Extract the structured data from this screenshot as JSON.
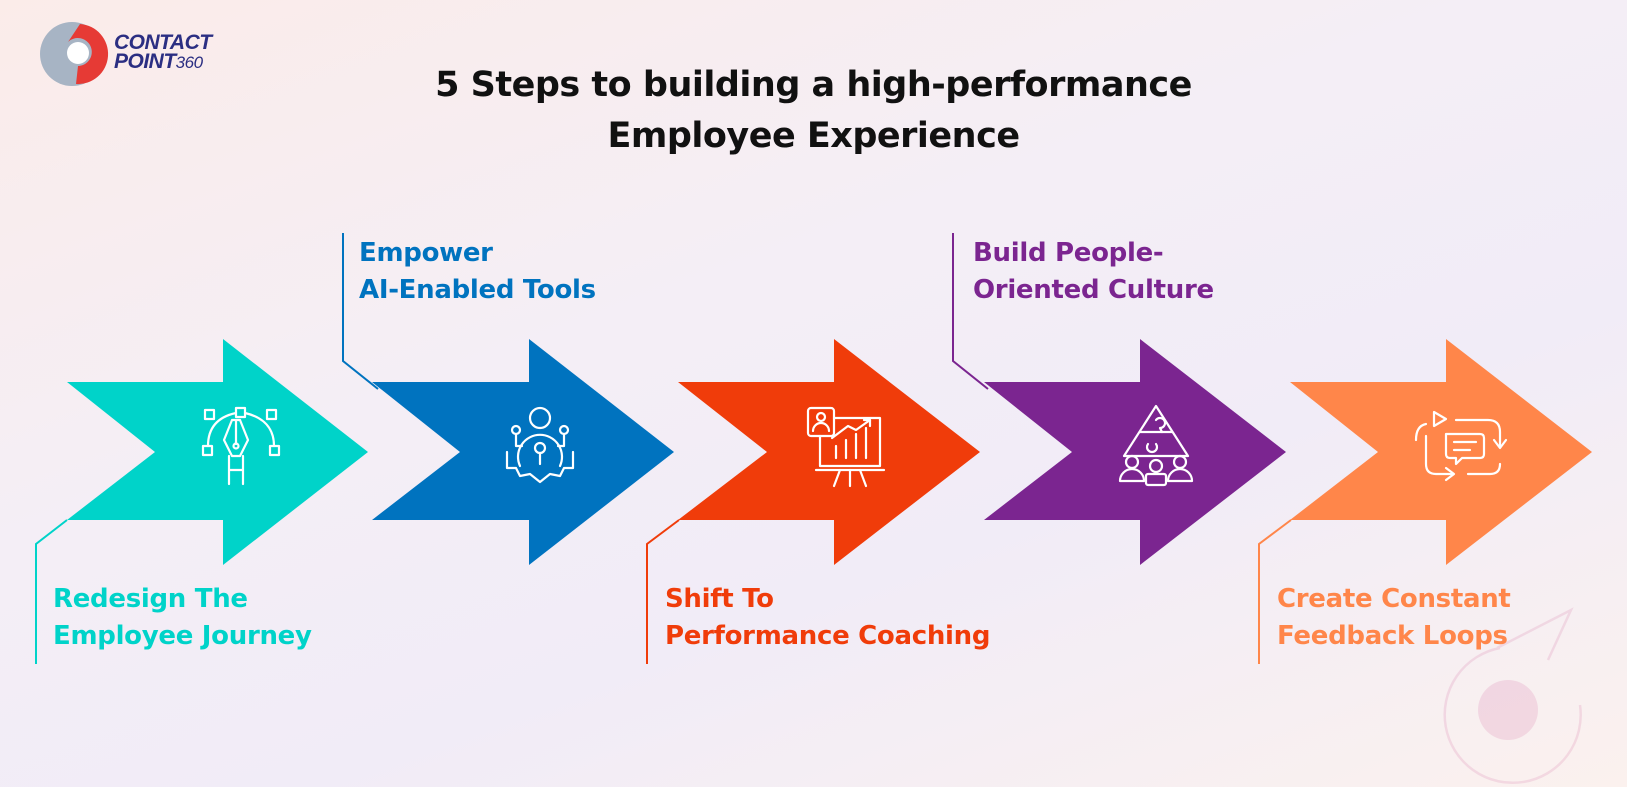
{
  "brand": {
    "name_line1": "CONTACT",
    "name_line2": "POINT",
    "name_suffix": "360",
    "colors": {
      "navy": "#2b2e82",
      "red": "#e63a35",
      "gray": "#a7b4c4"
    }
  },
  "title": {
    "line1": "5 Steps to building a high-performance",
    "line2": "Employee Experience"
  },
  "steps": [
    {
      "label_line1": "Redesign The",
      "label_line2": "Employee Journey",
      "color": "#00d3c9",
      "icon": "pen-tool-bezier-icon"
    },
    {
      "label_line1": "Empower",
      "label_line2": "AI-Enabled Tools",
      "color": "#0073bf",
      "icon": "person-gear-ai-icon"
    },
    {
      "label_line1": "Shift To",
      "label_line2": "Performance Coaching",
      "color": "#f03c0a",
      "icon": "presentation-growth-chart-icon"
    },
    {
      "label_line1": "Build People-",
      "label_line2": "Oriented Culture",
      "color": "#7b2590",
      "icon": "team-puzzle-icon"
    },
    {
      "label_line1": "Create Constant",
      "label_line2": "Feedback Loops",
      "color": "#ff864a",
      "icon": "feedback-loop-icon"
    }
  ]
}
